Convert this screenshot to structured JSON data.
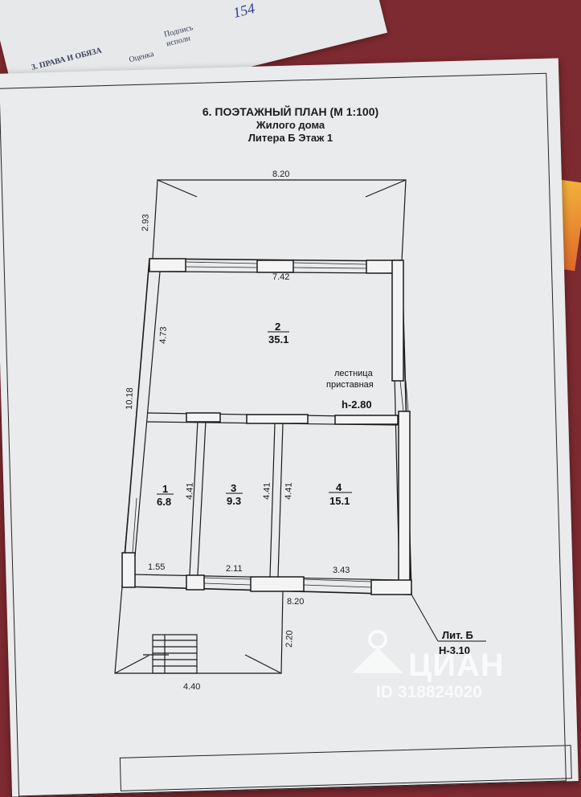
{
  "background_document": {
    "fragments": [
      "3. ПРАВА И ОБЯЗА",
      "Оценка",
      "Подпись",
      "исполн",
      "154"
    ]
  },
  "header": {
    "title": "6. ПОЭТАЖНЫЙ ПЛАН (М 1:100)",
    "subtitle": "Жилого дома",
    "floor_label": "Литера Б Этаж 1"
  },
  "dimensions": {
    "top_width": "8.20",
    "canopy_depth": "2.93",
    "inner_width": "7.42",
    "left_room_depth": "4.73",
    "total_depth": "10.18",
    "room1_depth": "4.41",
    "room3_depth": "4.41",
    "room4_depth": "4.41",
    "room1_width": "1.55",
    "room3_width": "2.11",
    "room4_width": "3.43",
    "bottom_width": "8.20",
    "porch_depth": "2.20",
    "porch_width": "4.40"
  },
  "rooms": [
    {
      "number": "2",
      "area": "35.1"
    },
    {
      "number": "1",
      "area": "6.8"
    },
    {
      "number": "3",
      "area": "9.3"
    },
    {
      "number": "4",
      "area": "15.1"
    }
  ],
  "notes": {
    "ladder_line1": "лестница",
    "ladder_line2": "приставная",
    "ceiling_height": "h-2.80",
    "lit_label": "Лит. Б",
    "lit_height": "Н-3.10"
  },
  "watermark": {
    "brand": "ЦИАН",
    "id_text": "ID 318824020"
  },
  "colors": {
    "paper": "#e9ebec",
    "ink": "#1c1c1c",
    "backdrop": "#7d2a30"
  }
}
